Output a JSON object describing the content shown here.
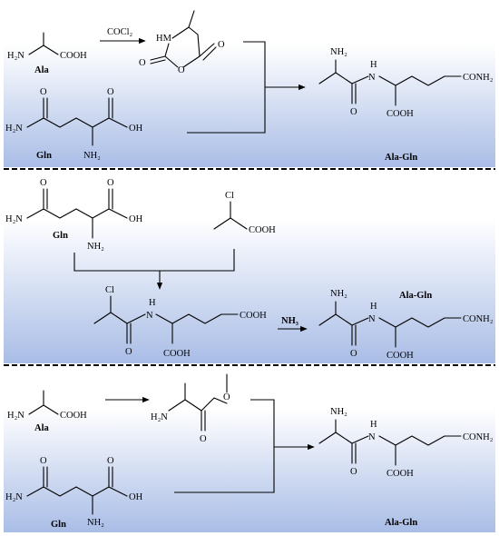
{
  "colors": {
    "panel_top": "#ffffff",
    "panel_bottom": "#a9bde6",
    "divider": "#000000"
  },
  "section1": {
    "ala_nh2": "H₂N",
    "ala_cooh": "COOH",
    "ala_name": "Ala",
    "reagent": "COCl₂",
    "nca_hm": "HM",
    "nca_o_ring": "O",
    "nca_o_left": "O",
    "nca_o_right": "O",
    "gln_h2n": "H₂N",
    "gln_o": "O",
    "gln_o2": "O",
    "gln_oh": "OH",
    "gln_nh2": "NH₂",
    "gln_name": "Gln",
    "prod_nh2": "NH₂",
    "prod_n": "N",
    "prod_h": "H",
    "prod_o": "O",
    "prod_cooh": "COOH",
    "prod_conh2": "CONH₂",
    "prod_name": "Ala-Gln"
  },
  "section2": {
    "gln_h2n": "H₂N",
    "gln_o": "O",
    "gln_o2": "O",
    "gln_oh": "OH",
    "gln_nh2": "NH₂",
    "gln_name": "Gln",
    "cpa_cl": "Cl",
    "cpa_cooh": "COOH",
    "int_cl": "Cl",
    "int_h": "H",
    "int_n": "N",
    "int_o": "O",
    "int_cooh": "COOH",
    "int_cooh2": "COOH",
    "reagent": "NH₃",
    "prod_nh2": "NH₂",
    "prod_n": "N",
    "prod_h": "H",
    "prod_o": "O",
    "prod_cooh": "COOH",
    "prod_conh2": "CONH₂",
    "prod_name": "Ala-Gln"
  },
  "section3": {
    "ala_nh2": "H₂N",
    "ala_cooh": "COOH",
    "ala_name": "Ala",
    "ester_nh2": "H₂N",
    "ester_o": "O",
    "ester_o2": "O",
    "gln_h2n": "H₂N",
    "gln_o": "O",
    "gln_o2": "O",
    "gln_oh": "OH",
    "gln_nh2": "NH₂",
    "gln_name": "Gln",
    "prod_nh2": "NH₂",
    "prod_n": "N",
    "prod_h": "H",
    "prod_o": "O",
    "prod_cooh": "COOH",
    "prod_conh2": "CONH₂",
    "prod_name": "Ala-Gln"
  }
}
